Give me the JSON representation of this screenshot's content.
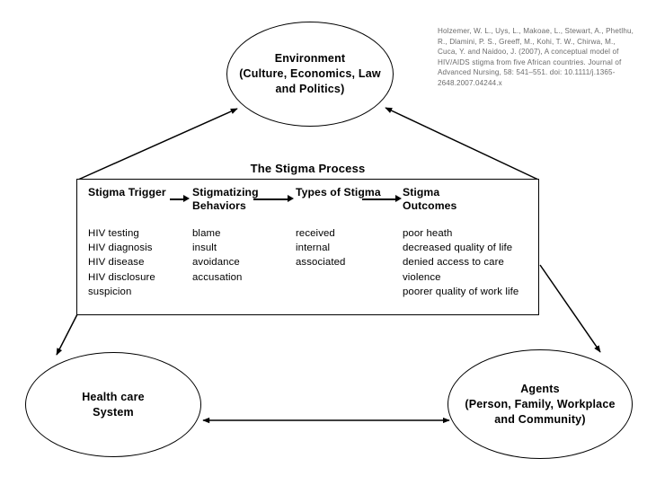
{
  "citation": {
    "text": "Holzemer, W. L., Uys, L., Makoae, L., Stewart, A., Phetlhu, R., Dlamini, P. S., Greeff, M., Kohi, T. W., Chirwa, M., Cuca, Y. and Naidoo, J. (2007), A conceptual model of HIV/AIDS stigma from five African countries. Journal of Advanced Nursing, 58: 541–551. doi: 10.1111/j.1365-2648.2007.04244.x"
  },
  "nodes": {
    "environment": {
      "label": "Environment\n(Culture, Economics, Law\nand Politics)"
    },
    "health_care_system": {
      "label": "Health care\nSystem"
    },
    "agents": {
      "label": "Agents\n(Person, Family, Workplace\nand Community)"
    }
  },
  "process": {
    "title": "The Stigma Process",
    "columns": [
      {
        "header": "Stigma Trigger",
        "items": [
          "HIV testing",
          "HIV diagnosis",
          "HIV disease",
          "HIV disclosure",
          "suspicion"
        ]
      },
      {
        "header": "Stigmatizing\nBehaviors",
        "items": [
          "blame",
          "insult",
          "avoidance",
          "accusation"
        ]
      },
      {
        "header": "Types of Stigma",
        "items": [
          "received",
          "internal",
          "associated"
        ]
      },
      {
        "header": "Stigma\nOutcomes",
        "items": [
          "poor heath",
          "decreased quality of life",
          "denied access to care",
          "violence",
          "poorer quality of work life"
        ]
      }
    ]
  },
  "connectors": [
    {
      "name": "process-to-environment-left",
      "from": "process-box-top-left",
      "to": "environment-ellipse",
      "arrowheads": "end"
    },
    {
      "name": "process-to-environment-right",
      "from": "process-box-top-right",
      "to": "environment-ellipse",
      "arrowheads": "end"
    },
    {
      "name": "process-to-health-care",
      "from": "process-box-bottom-left",
      "to": "health-care-ellipse",
      "arrowheads": "end"
    },
    {
      "name": "process-to-agents",
      "from": "process-box-right",
      "to": "agents-ellipse",
      "arrowheads": "end"
    },
    {
      "name": "health-care-to-agents",
      "from": "health-care-ellipse",
      "to": "agents-ellipse",
      "arrowheads": "both"
    }
  ],
  "colors": {
    "stroke": "#000000",
    "background": "#ffffff",
    "citation_text": "#6b6b6b"
  }
}
